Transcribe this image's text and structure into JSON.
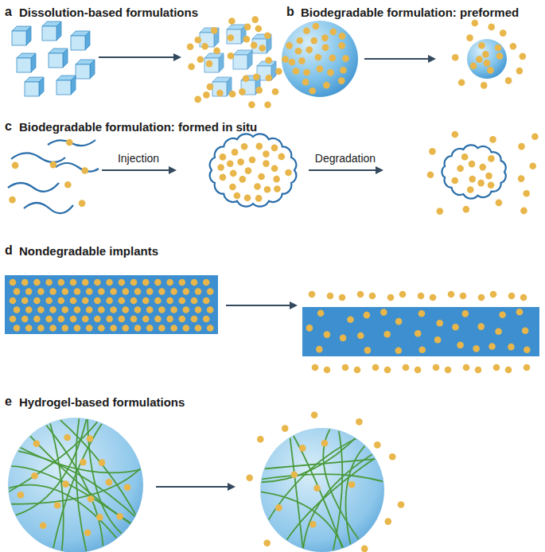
{
  "diagram": {
    "labels": [
      "a",
      "Dissolution-based formulations",
      "b",
      "Biodegradable formulation: preformed",
      "c",
      "Biodegradable formulation: formed in situ",
      "Injection",
      "Degradation",
      "d",
      "Nondegradable implants",
      "e",
      "Hydrogel-based formulations"
    ]
  }
}
